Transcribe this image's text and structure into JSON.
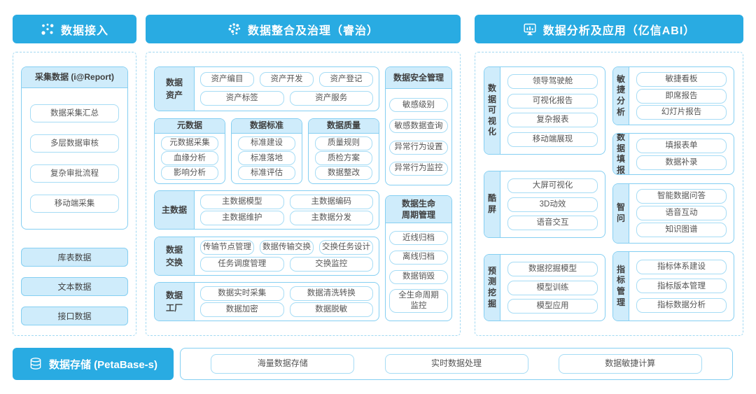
{
  "colors": {
    "header_bg": "#29abe2",
    "panel_fill": "#cfecfb",
    "border_strong": "#85cff2",
    "border_light": "#a6dcf5",
    "dashed_border": "#a2d9f2",
    "text_dark": "#3f3f3f"
  },
  "headers": {
    "ingest": {
      "label": "数据接入",
      "icon": "scatter-dots-icon"
    },
    "governance": {
      "label": "数据整合及治理（睿治）",
      "icon": "dots-cluster-icon"
    },
    "analysis": {
      "label": "数据分析及应用（亿信ABI）",
      "icon": "monitor-chart-icon"
    }
  },
  "ingest": {
    "report_box": {
      "title": "采集数据 (i@Report)",
      "items": [
        "数据采集汇总",
        "多层数据审核",
        "复杂审批流程",
        "移动端采集"
      ]
    },
    "source_buttons": [
      "库表数据",
      "文本数据",
      "接口数据"
    ]
  },
  "governance": {
    "asset_row": {
      "label": "数据\n资产",
      "line1": [
        "资产编目",
        "资产开发",
        "资产登记"
      ],
      "line2": [
        "资产标签",
        "资产服务"
      ]
    },
    "trio": [
      {
        "title": "元数据",
        "items": [
          "元数据采集",
          "血缘分析",
          "影响分析"
        ]
      },
      {
        "title": "数据标准",
        "items": [
          "标准建设",
          "标准落地",
          "标准评估"
        ]
      },
      {
        "title": "数据质量",
        "items": [
          "质量规则",
          "质检方案",
          "数据整改"
        ]
      }
    ],
    "master_row": {
      "label": "主数据",
      "line1": [
        "主数据模型",
        "主数据编码"
      ],
      "line2": [
        "主数据维护",
        "主数据分发"
      ]
    },
    "exchange_row": {
      "label": "数据\n交换",
      "line1": [
        "传输节点管理",
        "数据传输交换",
        "交换任务设计"
      ],
      "line2": [
        "任务调度管理",
        "交换监控"
      ]
    },
    "factory_row": {
      "label": "数据\n工厂",
      "line1": [
        "数据实时采集",
        "数据清洗转换"
      ],
      "line2": [
        "数据加密",
        "数据脱敏"
      ]
    },
    "security_box": {
      "title": "数据安全管理",
      "items": [
        "敏感级别",
        "敏感数据查询",
        "异常行为设置",
        "异常行为监控"
      ]
    },
    "lifecycle_box": {
      "title": "数据生命\n周期管理",
      "items": [
        "近线归档",
        "离线归档",
        "数据销毁",
        "全生命周期\n监控"
      ]
    }
  },
  "analysis": {
    "left_groups": [
      {
        "label": "数据可视化",
        "items": [
          "领导驾驶舱",
          "可视化报告",
          "复杂报表",
          "移动端展现"
        ]
      },
      {
        "label": "酷屏",
        "items": [
          "大屏可视化",
          "3D动效",
          "语音交互"
        ]
      },
      {
        "label": "预测挖掘",
        "items": [
          "数据挖掘模型",
          "模型训练",
          "模型应用"
        ]
      }
    ],
    "right_groups": [
      {
        "label": "敏捷分析",
        "items": [
          "敏捷看板",
          "即席报告",
          "幻灯片报告"
        ]
      },
      {
        "label": "数据填报",
        "items": [
          "填报表单",
          "数据补录"
        ]
      },
      {
        "label": "智问",
        "items": [
          "智能数据问答",
          "语音互动",
          "知识图谱"
        ]
      },
      {
        "label": "指标管理",
        "items": [
          "指标体系建设",
          "指标版本管理",
          "指标数据分析"
        ]
      }
    ]
  },
  "storage": {
    "label": "数据存储 (PetaBase-s)",
    "icon": "database-icon",
    "items": [
      "海量数据存储",
      "实时数据处理",
      "数据敏捷计算"
    ]
  }
}
